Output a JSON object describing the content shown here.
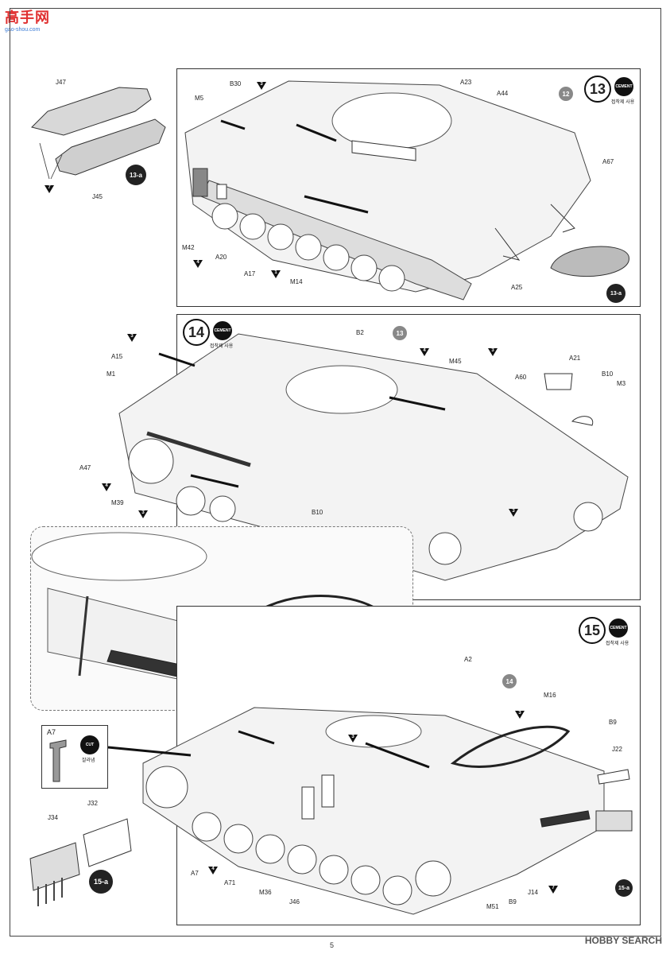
{
  "logo": {
    "title": "高手网",
    "subtitle": "gao-shou.com"
  },
  "watermark": "HOBBY SEARCH",
  "page_number": "5",
  "cement": {
    "icon_text": "CEMENT",
    "caption": "접착제 사용"
  },
  "cut": {
    "icon_text": "CUT",
    "caption": "잘라냄"
  },
  "aux_13a": {
    "badge": "13-a",
    "parts": [
      "J47",
      "J45"
    ],
    "marker": "7"
  },
  "step13": {
    "number": "13",
    "ref_badge": "12",
    "sub_badge": "13-a",
    "parts": [
      "B30",
      "M5",
      "M42",
      "A20",
      "A17",
      "M14",
      "A23",
      "A44",
      "A67",
      "A25"
    ],
    "markers": [
      "3",
      "4",
      "1"
    ]
  },
  "step14": {
    "number": "14",
    "ref_badge": "13",
    "parts": [
      "A15",
      "M1",
      "A47",
      "M39",
      "B10",
      "B2",
      "M45",
      "A60",
      "A21",
      "B10",
      "M3"
    ],
    "markers": [
      "3",
      "4",
      "3",
      "3",
      "4",
      "3"
    ]
  },
  "step15": {
    "number": "15",
    "ref_badge": "14",
    "sub_badge": "15-a",
    "parts": [
      "A2",
      "M16",
      "B9",
      "J22",
      "A7",
      "A71",
      "M36",
      "J46",
      "M51",
      "B9",
      "J14"
    ],
    "markers": [
      "3",
      "3",
      "4",
      "7"
    ]
  },
  "aux_a7": {
    "part": "A7"
  },
  "aux_15a": {
    "badge": "15-a",
    "parts": [
      "J32",
      "J34"
    ]
  }
}
